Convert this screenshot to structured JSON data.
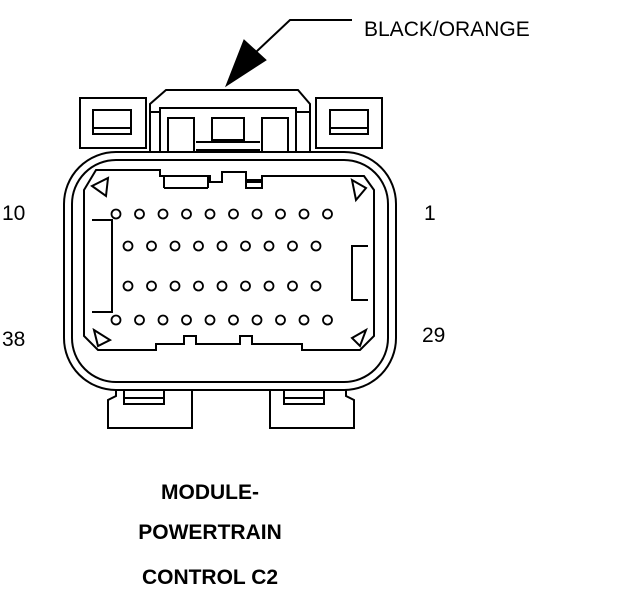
{
  "callout": {
    "text": "BLACK/ORANGE"
  },
  "pin_labels": {
    "top_left": "10",
    "top_right": "1",
    "bottom_left": "38",
    "bottom_right": "29"
  },
  "title": {
    "line1": "MODULE-",
    "line2": "POWERTRAIN",
    "line3": "CONTROL C2"
  },
  "connector": {
    "cavity_rows": [
      10,
      9,
      9,
      10
    ]
  },
  "colors": {
    "ink": "#000000",
    "background": "#ffffff"
  }
}
